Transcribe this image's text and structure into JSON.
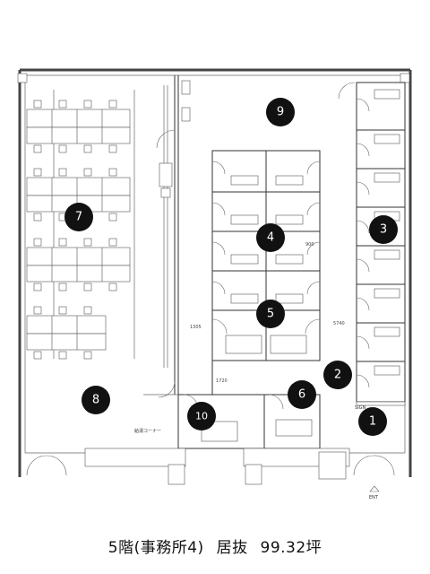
{
  "plan": {
    "markers": [
      {
        "num": "1"
      },
      {
        "num": "2"
      },
      {
        "num": "3"
      },
      {
        "num": "4"
      },
      {
        "num": "5"
      },
      {
        "num": "6"
      },
      {
        "num": "7"
      },
      {
        "num": "8"
      },
      {
        "num": "9"
      },
      {
        "num": "10"
      }
    ],
    "dimensions": {
      "d1305": "1305",
      "d5740": "5740",
      "d1720": "1720",
      "d900": "900"
    },
    "labels": {
      "sign": "SIGN",
      "ent": "ENT",
      "corner": "給湯コーナー"
    }
  },
  "caption": {
    "floor": "5階(事務所4)",
    "type": "居抜",
    "area": "99.32坪"
  }
}
